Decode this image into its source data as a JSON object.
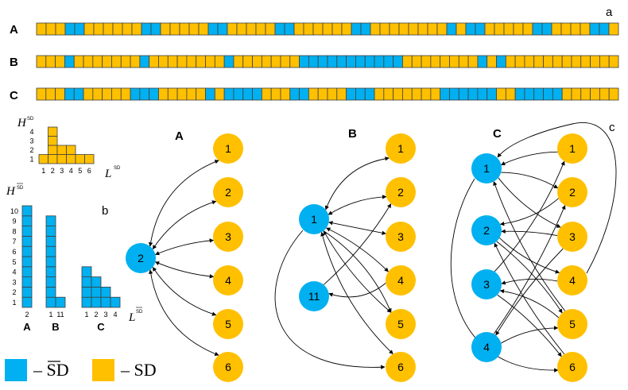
{
  "colors": {
    "sd": "#FFC000",
    "sdbar": "#00B0F0",
    "border": "#404040",
    "edge": "#000000"
  },
  "panel_labels": {
    "a": "a",
    "b": "b",
    "c": "c"
  },
  "strips": [
    {
      "label": "A",
      "pattern": "OOOBBOOOOOOBBOOOOOBBOOOOOBBOOOOOOBBOOOOOOOOBOBBOOOOOBBOOOOBBO"
    },
    {
      "label": "B",
      "pattern": "OOOBOOOOOOOBOOOOOOOOBOOOOOOOBBBBBBBBBBBOOOOOOOOBOBOOOOOOOOOOOO"
    },
    {
      "label": "C",
      "pattern": "OOOBBOOOOOBBBOOOOOBOBBBBOOOBBOOOOBBBOOOOOOOBBBBBBOOBBBBBOOOOOO"
    }
  ],
  "hist_sd": {
    "ylabel": "H",
    "ylabel_sup": "SD",
    "xlabel": "L",
    "xlabel_sup": "SD",
    "yticks": [
      "1",
      "2",
      "3",
      "4"
    ],
    "xticks": [
      "1",
      "2",
      "3",
      "4",
      "5",
      "6"
    ],
    "counts": [
      1,
      4,
      2,
      2,
      1,
      1
    ]
  },
  "hist_sdbar": {
    "ylabel": "H",
    "ylabel_sup": "SD",
    "xlabel": "L",
    "xlabel_sup": "SD",
    "yticks": [
      "1",
      "2",
      "3",
      "4",
      "5",
      "6",
      "7",
      "8",
      "9",
      "10"
    ],
    "groups": [
      {
        "name": "A",
        "ticks": [
          "2"
        ],
        "counts": [
          10
        ]
      },
      {
        "name": "B",
        "ticks": [
          "1",
          "11"
        ],
        "counts": [
          9,
          1
        ]
      },
      {
        "name": "C",
        "ticks": [
          "1",
          "2",
          "3",
          "4"
        ],
        "counts": [
          4,
          3,
          2,
          1
        ]
      }
    ]
  },
  "legend": {
    "sdbar_label": "– SD",
    "sd_label": "– SD"
  },
  "graphs": [
    {
      "title": "A",
      "blue": [
        "2"
      ],
      "orange": [
        "1",
        "2",
        "3",
        "4",
        "5",
        "6"
      ]
    },
    {
      "title": "B",
      "blue": [
        "1",
        "11"
      ],
      "orange": [
        "1",
        "2",
        "3",
        "4",
        "5",
        "6"
      ]
    },
    {
      "title": "C",
      "blue": [
        "1",
        "2",
        "3",
        "4"
      ],
      "orange": [
        "1",
        "2",
        "3",
        "4",
        "5",
        "6"
      ]
    }
  ]
}
